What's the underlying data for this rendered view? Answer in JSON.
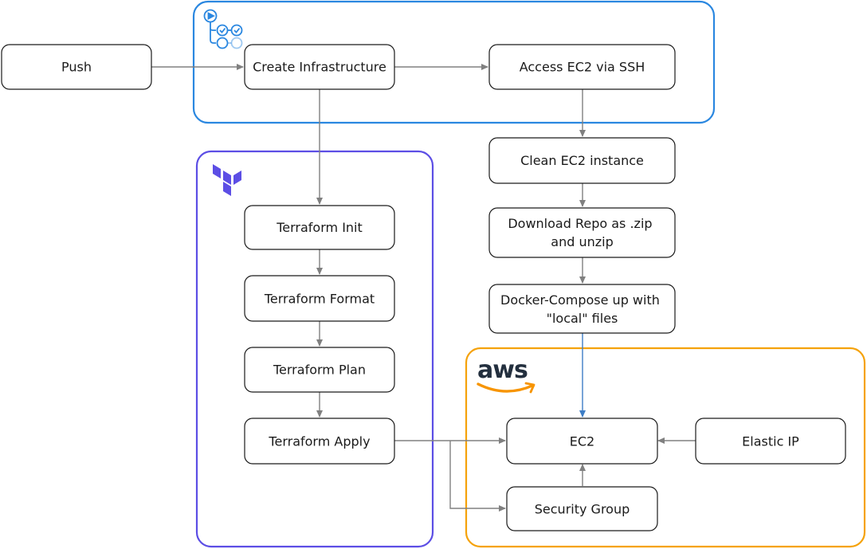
{
  "colors": {
    "github": "#2a87e0",
    "terraform": "#5c4ee5",
    "aws": "#f5a20a",
    "node_border": "#1a1a1a",
    "edge": "#808080",
    "edge_to_aws": "#3e7ec6",
    "github_icon": "#2a87e0",
    "aws_logo_text": "#232f3e",
    "aws_logo_smile": "#f79400"
  },
  "groups": {
    "github_actions": {
      "icon": "github-actions-workflow-icon"
    },
    "terraform": {
      "icon": "terraform-logo-icon"
    },
    "aws": {
      "icon": "aws-logo-icon",
      "logo_text": "aws"
    }
  },
  "nodes": {
    "push": {
      "lines": [
        "Push"
      ]
    },
    "create_infrastructure": {
      "lines": [
        "Create Infrastructure"
      ]
    },
    "access_ec2_ssh": {
      "lines": [
        "Access EC2 via SSH"
      ]
    },
    "clean_ec2": {
      "lines": [
        "Clean EC2 instance"
      ]
    },
    "download_repo": {
      "lines": [
        "Download Repo as .zip",
        "and unzip"
      ]
    },
    "docker_compose": {
      "lines": [
        "Docker-Compose up with",
        "\"local\" files"
      ]
    },
    "terraform_init": {
      "lines": [
        "Terraform Init"
      ]
    },
    "terraform_format": {
      "lines": [
        "Terraform Format"
      ]
    },
    "terraform_plan": {
      "lines": [
        "Terraform Plan"
      ]
    },
    "terraform_apply": {
      "lines": [
        "Terraform Apply"
      ]
    },
    "ec2": {
      "lines": [
        "EC2"
      ]
    },
    "elastic_ip": {
      "lines": [
        "Elastic IP"
      ]
    },
    "security_group": {
      "lines": [
        "Security Group"
      ]
    }
  },
  "edges": [
    {
      "from": "push",
      "to": "create_infrastructure"
    },
    {
      "from": "create_infrastructure",
      "to": "access_ec2_ssh"
    },
    {
      "from": "create_infrastructure",
      "to": "terraform_init"
    },
    {
      "from": "access_ec2_ssh",
      "to": "clean_ec2"
    },
    {
      "from": "clean_ec2",
      "to": "download_repo"
    },
    {
      "from": "download_repo",
      "to": "docker_compose"
    },
    {
      "from": "docker_compose",
      "to": "ec2"
    },
    {
      "from": "terraform_init",
      "to": "terraform_format"
    },
    {
      "from": "terraform_format",
      "to": "terraform_plan"
    },
    {
      "from": "terraform_plan",
      "to": "terraform_apply"
    },
    {
      "from": "terraform_apply",
      "to": "ec2"
    },
    {
      "from": "terraform_apply",
      "to": "security_group"
    },
    {
      "from": "elastic_ip",
      "to": "ec2"
    },
    {
      "from": "security_group",
      "to": "ec2"
    }
  ]
}
